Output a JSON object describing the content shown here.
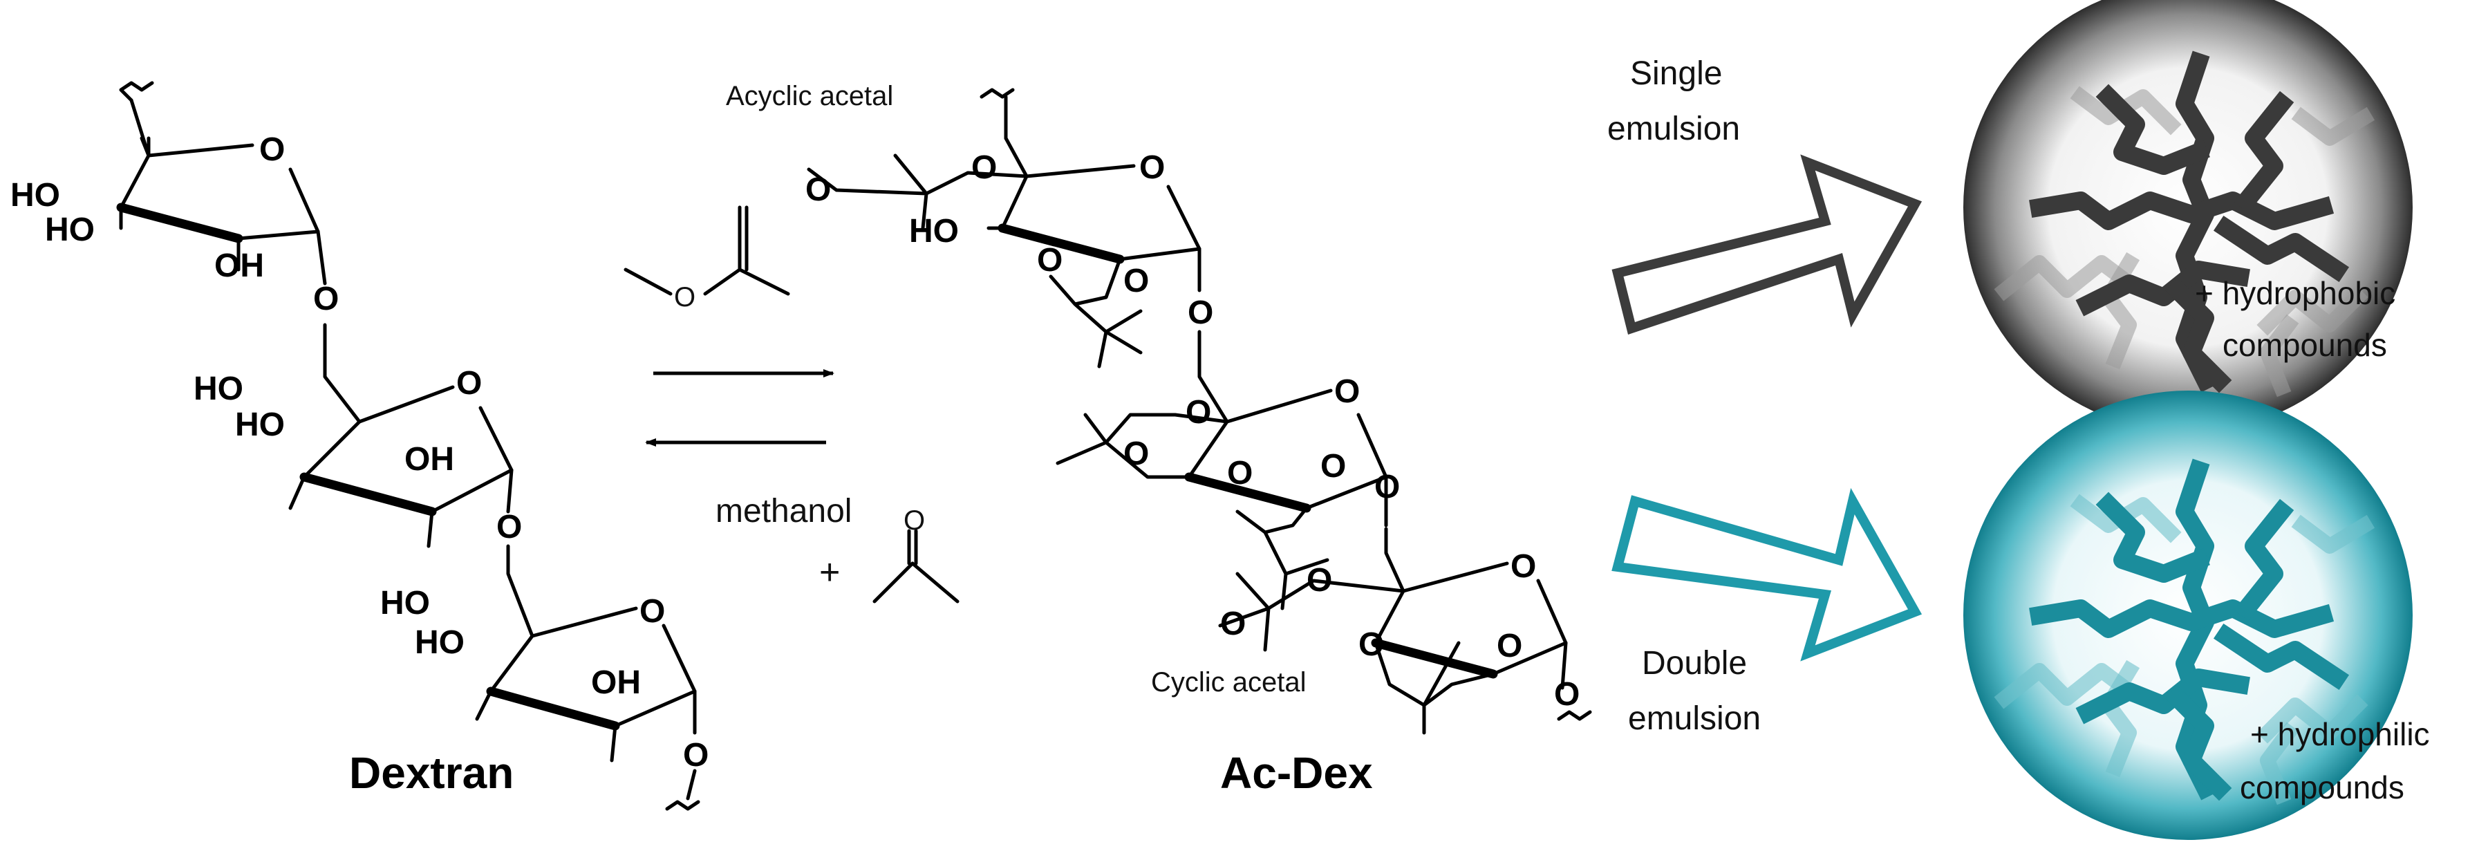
{
  "labels": {
    "dextran": "Dextran",
    "acdex": "Ac-Dex",
    "acyclic_acetal": "Acyclic acetal",
    "cyclic_acetal": "Cyclic acetal",
    "methanol": "methanol",
    "plus": "+",
    "single_emulsion_1": "Single",
    "single_emulsion_2": "emulsion",
    "double_emulsion_1": "Double",
    "double_emulsion_2": "emulsion",
    "hydrophobic_1": "+ hydrophobic",
    "hydrophobic_2": "compounds",
    "hydrophilic_1": "+ hydrophilic",
    "hydrophilic_2": "compounds"
  },
  "atoms": {
    "ho": "HO",
    "oh": "OH",
    "o": "O"
  },
  "colors": {
    "single_arrow": "#3c3c3c",
    "double_arrow": "#1f9aaa",
    "particle_dark": "#3a3a3a",
    "particle_teal": "#1b8d9c"
  }
}
